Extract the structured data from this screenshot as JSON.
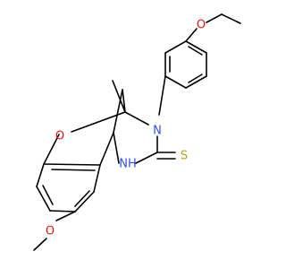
{
  "molecule": {
    "atoms": {
      "o_top": "O",
      "o_ring": "O",
      "o_methoxy": "O",
      "n_aryl": "N",
      "nh": "NH",
      "s": "S"
    },
    "colors": {
      "O": "#ff0d0d",
      "N": "#3050f8",
      "S": "#c8a000",
      "bond": "#000000"
    }
  }
}
